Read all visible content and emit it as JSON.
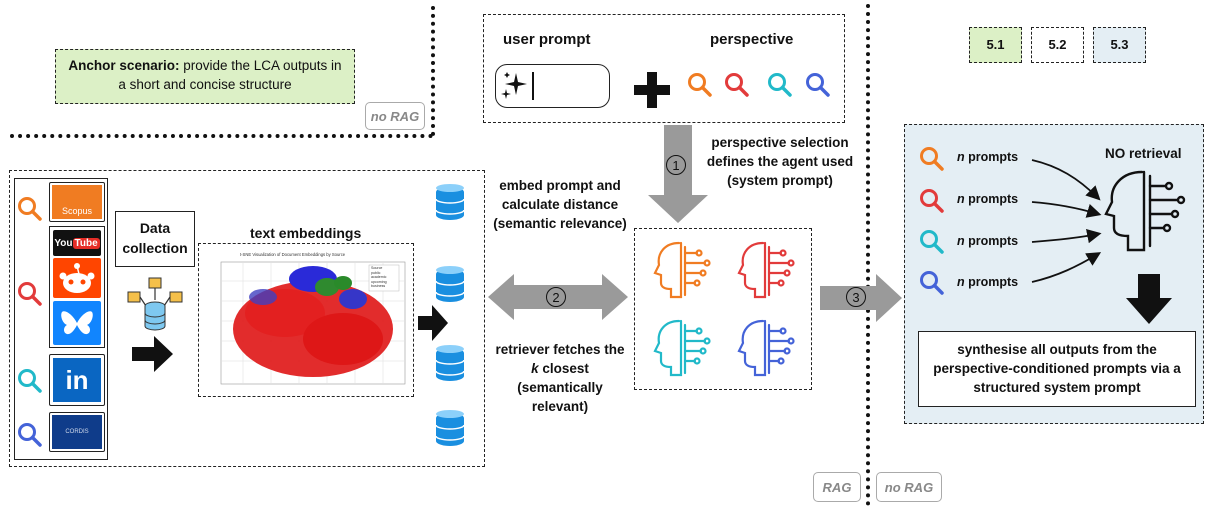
{
  "anchor": {
    "bold": "Anchor scenario:",
    "text": " provide the LCA outputs in a short and concise structure"
  },
  "tags": {
    "top_left": "no RAG",
    "rag": "RAG",
    "no_rag_bottom": "no RAG"
  },
  "scenarios": [
    "5.1",
    "5.2",
    "5.3"
  ],
  "prompt_box": {
    "user_prompt": "user prompt",
    "perspective": "perspective"
  },
  "step1": {
    "num": "1",
    "text": "perspective selection defines the agent used (system prompt)"
  },
  "step2": {
    "num": "2",
    "top_text": "embed prompt and calculate distance (semantic relevance)",
    "bottom_pre": "retriever fetches the ",
    "k": "k",
    "bottom_post": " closest (semantically relevant)"
  },
  "step3": {
    "num": "3"
  },
  "sources": [
    "Scopus",
    "YouTube",
    "Reddit",
    "Bluesky",
    "in",
    "CORDIS"
  ],
  "data_collection": "Data collection",
  "text_embeddings": "text embeddings",
  "tsne_title": "t-SNE Visualization of Document Embeddings by Source",
  "tsne_legend": [
    "Source",
    "public",
    "academic",
    "upcoming",
    "business"
  ],
  "right_panel": {
    "no_retrieval": "NO retrieval",
    "n": "n",
    "prompts": " prompts",
    "synthesis": "synthesise all outputs from the perspective-conditioned prompts via a structured system prompt"
  },
  "colors": {
    "orange": "#f07c22",
    "red": "#e23b3b",
    "cyan": "#21b9c9",
    "blue": "#4463d8",
    "green_bg": "#dcf0c6",
    "lightblue_bg": "#e4eef4",
    "grey_arrow": "#9a9a9a"
  }
}
